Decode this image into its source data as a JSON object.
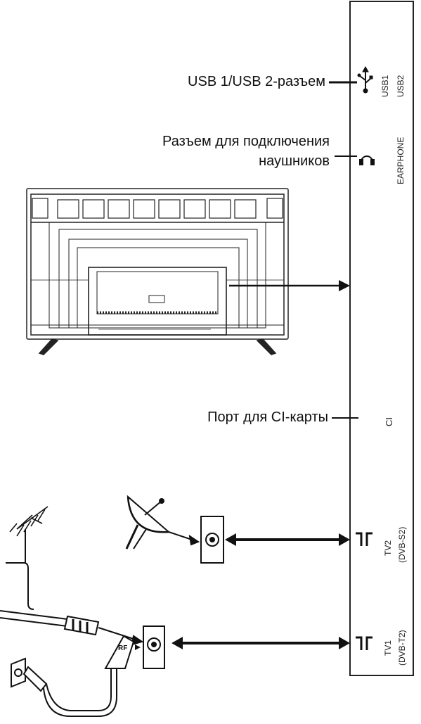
{
  "callouts": {
    "usb": "USB 1/USB 2-разъем",
    "earphone_line1": "Разъем для подключения",
    "earphone_line2": "наушников",
    "ci": "Порт для CI-карты"
  },
  "panel_labels": {
    "usb1": "USB1",
    "usb2": "USB2",
    "earphone": "EARPHONE",
    "ci": "CI",
    "tv2": "TV2",
    "tv2_sub": "(DVB-S2)",
    "tv1": "TV1",
    "tv1_sub": "(DVB-T2)"
  },
  "rf_label": "RF"
}
